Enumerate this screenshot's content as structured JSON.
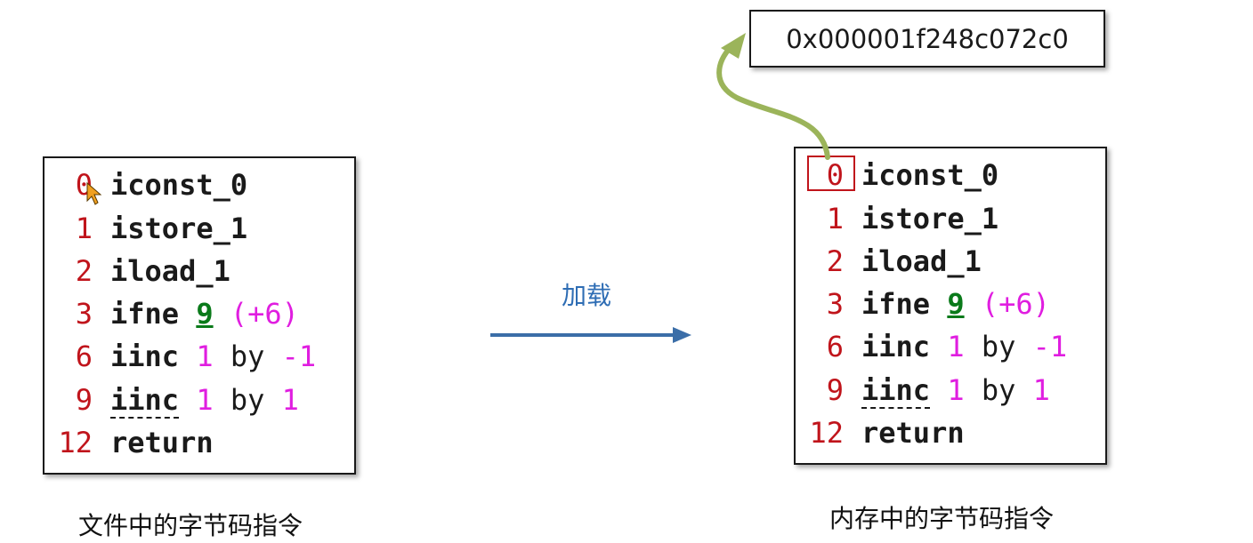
{
  "file_panel": {
    "caption": "文件中的字节码指令",
    "instructions": [
      {
        "index": "0",
        "op": "iconst_0",
        "args": []
      },
      {
        "index": "1",
        "op": "istore_1",
        "args": []
      },
      {
        "index": "2",
        "op": "iload_1",
        "args": []
      },
      {
        "index": "3",
        "op": "ifne",
        "target": "9",
        "offset": "(+6)"
      },
      {
        "index": "6",
        "op": "iinc",
        "var": "1",
        "by": "by",
        "amount": "-1"
      },
      {
        "index": "9",
        "op": "iinc",
        "var": "1",
        "by": "by",
        "amount": "1"
      },
      {
        "index": "12",
        "op": "return",
        "args": []
      }
    ]
  },
  "memory_panel": {
    "caption": "内存中的字节码指令",
    "instructions": [
      {
        "index": "0",
        "op": "iconst_0",
        "args": []
      },
      {
        "index": "1",
        "op": "istore_1",
        "args": []
      },
      {
        "index": "2",
        "op": "iload_1",
        "args": []
      },
      {
        "index": "3",
        "op": "ifne",
        "target": "9",
        "offset": "(+6)"
      },
      {
        "index": "6",
        "op": "iinc",
        "var": "1",
        "by": "by",
        "amount": "-1"
      },
      {
        "index": "9",
        "op": "iinc",
        "var": "1",
        "by": "by",
        "amount": "1"
      },
      {
        "index": "12",
        "op": "return",
        "args": []
      }
    ]
  },
  "load_arrow": {
    "label": "加载",
    "color": "#3b6ea8"
  },
  "address": {
    "value": "0x000001f248c072c0"
  },
  "pointer_arrow": {
    "color": "#9bb45a"
  },
  "colors": {
    "index": "#c0141b",
    "literal": "#e01ee0",
    "branch_target": "#0a7a1a",
    "highlight": "#c0141b"
  }
}
